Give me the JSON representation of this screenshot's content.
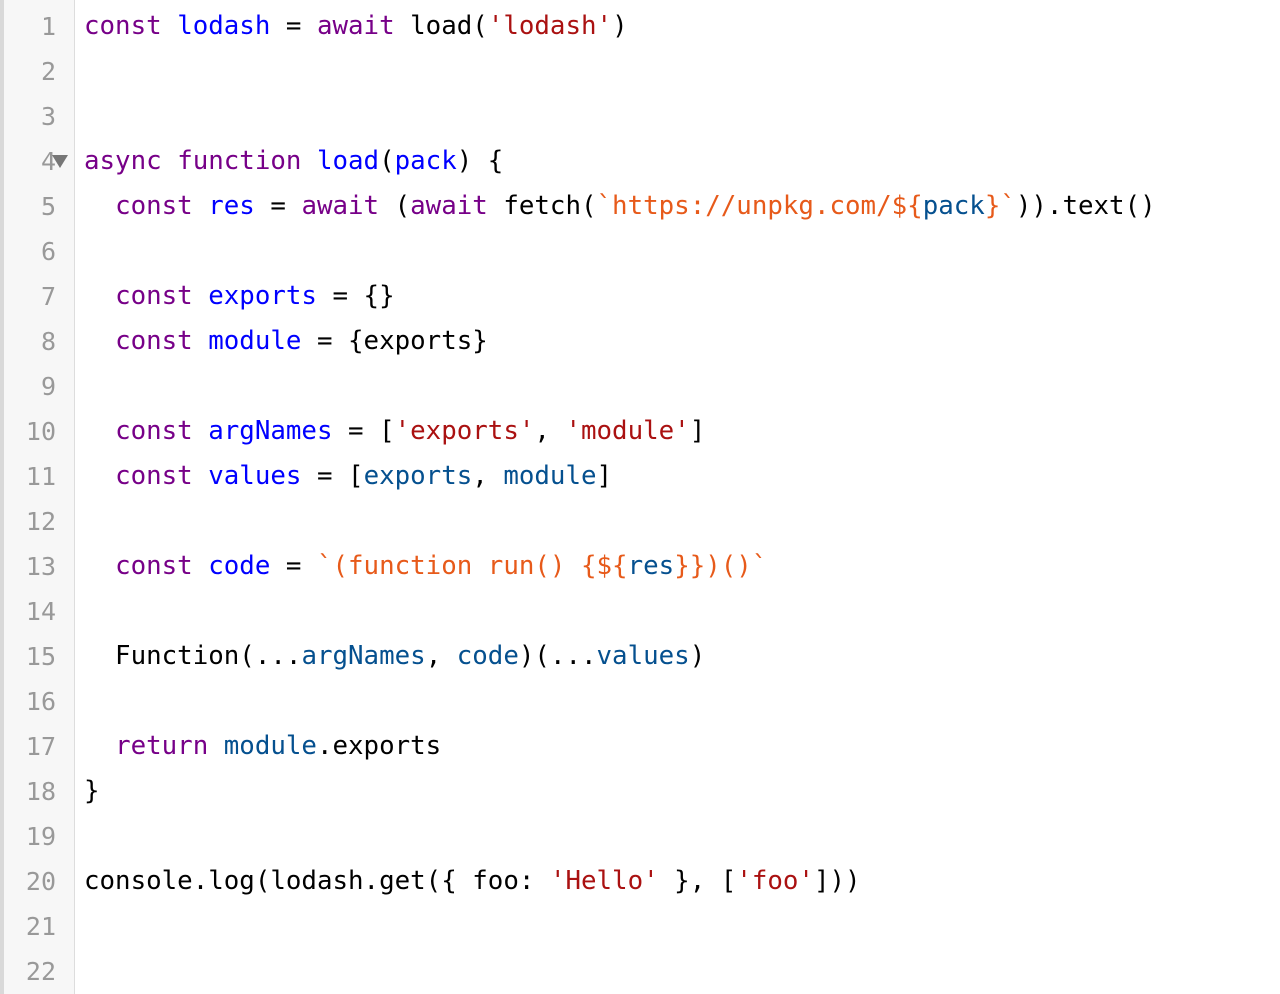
{
  "colors": {
    "keyword": "#770088",
    "definition": "#0000ff",
    "variable": "#05508f",
    "string": "#aa1111",
    "template": "#e75a1a",
    "plain": "#000000",
    "line_number": "#999999",
    "gutter_bg": "#f7f7f7"
  },
  "editor": {
    "fold_marker_icon": "triangle-down-icon",
    "lines": [
      {
        "number": "1",
        "tokens": [
          {
            "text": "const",
            "type": "kw"
          },
          {
            "text": " ",
            "type": "pl"
          },
          {
            "text": "lodash",
            "type": "def"
          },
          {
            "text": " = ",
            "type": "pl"
          },
          {
            "text": "await",
            "type": "kw"
          },
          {
            "text": " load(",
            "type": "pl"
          },
          {
            "text": "'lodash'",
            "type": "str"
          },
          {
            "text": ")",
            "type": "pl"
          }
        ]
      },
      {
        "number": "2",
        "tokens": []
      },
      {
        "number": "3",
        "tokens": []
      },
      {
        "number": "4",
        "fold": true,
        "tokens": [
          {
            "text": "async",
            "type": "kw"
          },
          {
            "text": " ",
            "type": "pl"
          },
          {
            "text": "function",
            "type": "kw"
          },
          {
            "text": " ",
            "type": "pl"
          },
          {
            "text": "load",
            "type": "def"
          },
          {
            "text": "(",
            "type": "pl"
          },
          {
            "text": "pack",
            "type": "def"
          },
          {
            "text": ") {",
            "type": "pl"
          }
        ]
      },
      {
        "number": "5",
        "tokens": [
          {
            "text": "  ",
            "type": "pl"
          },
          {
            "text": "const",
            "type": "kw"
          },
          {
            "text": " ",
            "type": "pl"
          },
          {
            "text": "res",
            "type": "def"
          },
          {
            "text": " = ",
            "type": "pl"
          },
          {
            "text": "await",
            "type": "kw"
          },
          {
            "text": " (",
            "type": "pl"
          },
          {
            "text": "await",
            "type": "kw"
          },
          {
            "text": " fetch(",
            "type": "pl"
          },
          {
            "text": "`https://unpkg.com/${",
            "type": "tpl"
          },
          {
            "text": "pack",
            "type": "var"
          },
          {
            "text": "}`",
            "type": "tpl"
          },
          {
            "text": ")).text()",
            "type": "pl"
          }
        ]
      },
      {
        "number": "6",
        "tokens": []
      },
      {
        "number": "7",
        "tokens": [
          {
            "text": "  ",
            "type": "pl"
          },
          {
            "text": "const",
            "type": "kw"
          },
          {
            "text": " ",
            "type": "pl"
          },
          {
            "text": "exports",
            "type": "def"
          },
          {
            "text": " = {}",
            "type": "pl"
          }
        ]
      },
      {
        "number": "8",
        "tokens": [
          {
            "text": "  ",
            "type": "pl"
          },
          {
            "text": "const",
            "type": "kw"
          },
          {
            "text": " ",
            "type": "pl"
          },
          {
            "text": "module",
            "type": "def"
          },
          {
            "text": " = {exports}",
            "type": "pl"
          }
        ]
      },
      {
        "number": "9",
        "tokens": []
      },
      {
        "number": "10",
        "tokens": [
          {
            "text": "  ",
            "type": "pl"
          },
          {
            "text": "const",
            "type": "kw"
          },
          {
            "text": " ",
            "type": "pl"
          },
          {
            "text": "argNames",
            "type": "def"
          },
          {
            "text": " = [",
            "type": "pl"
          },
          {
            "text": "'exports'",
            "type": "str"
          },
          {
            "text": ", ",
            "type": "pl"
          },
          {
            "text": "'module'",
            "type": "str"
          },
          {
            "text": "]",
            "type": "pl"
          }
        ]
      },
      {
        "number": "11",
        "tokens": [
          {
            "text": "  ",
            "type": "pl"
          },
          {
            "text": "const",
            "type": "kw"
          },
          {
            "text": " ",
            "type": "pl"
          },
          {
            "text": "values",
            "type": "def"
          },
          {
            "text": " = [",
            "type": "pl"
          },
          {
            "text": "exports",
            "type": "var"
          },
          {
            "text": ", ",
            "type": "pl"
          },
          {
            "text": "module",
            "type": "var"
          },
          {
            "text": "]",
            "type": "pl"
          }
        ]
      },
      {
        "number": "12",
        "tokens": []
      },
      {
        "number": "13",
        "tokens": [
          {
            "text": "  ",
            "type": "pl"
          },
          {
            "text": "const",
            "type": "kw"
          },
          {
            "text": " ",
            "type": "pl"
          },
          {
            "text": "code",
            "type": "def"
          },
          {
            "text": " = ",
            "type": "pl"
          },
          {
            "text": "`(function run() {${",
            "type": "tpl"
          },
          {
            "text": "res",
            "type": "var"
          },
          {
            "text": "}})()`",
            "type": "tpl"
          }
        ]
      },
      {
        "number": "14",
        "tokens": []
      },
      {
        "number": "15",
        "tokens": [
          {
            "text": "  Function(",
            "type": "pl"
          },
          {
            "text": "...",
            "type": "pl"
          },
          {
            "text": "argNames",
            "type": "var"
          },
          {
            "text": ", ",
            "type": "pl"
          },
          {
            "text": "code",
            "type": "var"
          },
          {
            "text": ")(",
            "type": "pl"
          },
          {
            "text": "...",
            "type": "pl"
          },
          {
            "text": "values",
            "type": "var"
          },
          {
            "text": ")",
            "type": "pl"
          }
        ]
      },
      {
        "number": "16",
        "tokens": []
      },
      {
        "number": "17",
        "tokens": [
          {
            "text": "  ",
            "type": "pl"
          },
          {
            "text": "return",
            "type": "kw"
          },
          {
            "text": " ",
            "type": "pl"
          },
          {
            "text": "module",
            "type": "var"
          },
          {
            "text": ".exports",
            "type": "pl"
          }
        ]
      },
      {
        "number": "18",
        "tokens": [
          {
            "text": "}",
            "type": "pl"
          }
        ]
      },
      {
        "number": "19",
        "tokens": []
      },
      {
        "number": "20",
        "tokens": [
          {
            "text": "console.log(lodash.get({ foo: ",
            "type": "pl"
          },
          {
            "text": "'Hello'",
            "type": "str"
          },
          {
            "text": " }, [",
            "type": "pl"
          },
          {
            "text": "'foo'",
            "type": "str"
          },
          {
            "text": "]))",
            "type": "pl"
          }
        ]
      },
      {
        "number": "21",
        "tokens": []
      },
      {
        "number": "22",
        "tokens": []
      }
    ]
  }
}
